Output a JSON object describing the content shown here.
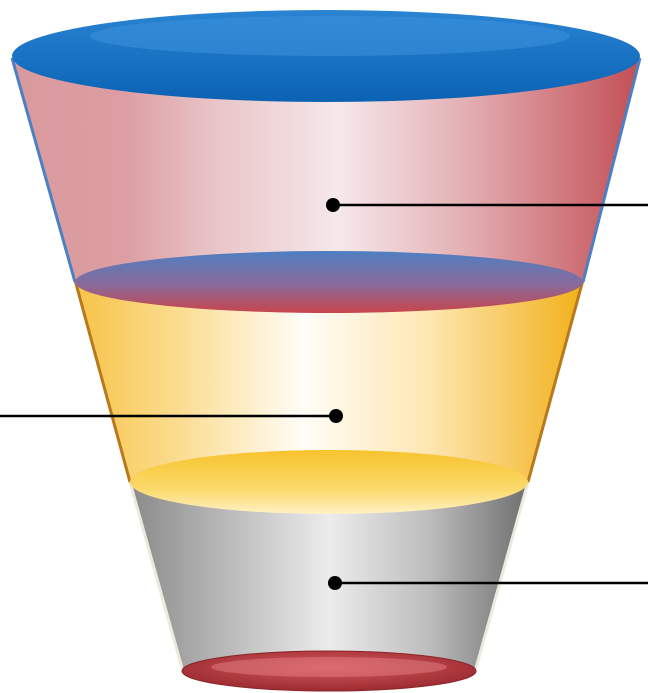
{
  "diagram": {
    "type": "funnel",
    "stage_count": 3,
    "stages": [
      {
        "id": "top",
        "fill_color": "#c9565c",
        "highlight_color": "#f5e4e6",
        "rim_color": "#0b6cc0",
        "callout_side": "right"
      },
      {
        "id": "middle",
        "fill_color": "#f6bb2d",
        "highlight_color": "#fffaf0",
        "rim_color": "#b9791a",
        "callout_side": "left"
      },
      {
        "id": "bottom",
        "fill_color": "#8d8d8d",
        "highlight_color": "#efefef",
        "rim_color": "#e9e7dd",
        "callout_side": "right"
      }
    ],
    "base_color": "#b8373c",
    "callout_color": "#000000"
  }
}
